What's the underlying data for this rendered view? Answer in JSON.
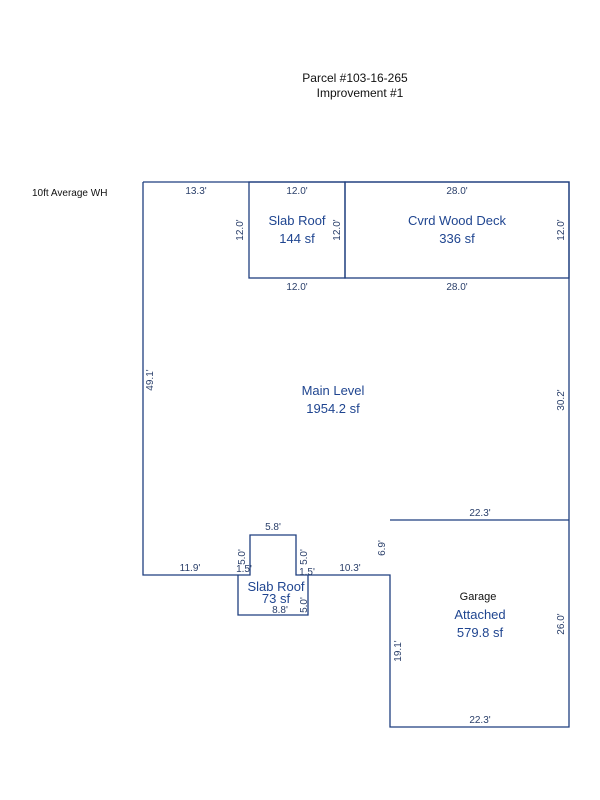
{
  "header": {
    "parcel": "Parcel #103-16-265",
    "improvement": "Improvement #1"
  },
  "note": "10ft Average WH",
  "areas": {
    "slab_roof_top": {
      "name": "Slab Roof",
      "area": "144 sf"
    },
    "deck": {
      "name": "Cvrd Wood Deck",
      "area": "336 sf"
    },
    "main": {
      "name": "Main Level",
      "area": "1954.2 sf"
    },
    "slab_roof_bottom": {
      "name": "Slab Roof",
      "area": "73 sf"
    },
    "garage": {
      "type": "Garage",
      "name": "Attached",
      "area": "579.8 sf"
    }
  },
  "dims": {
    "top_left": "13.3'",
    "slab_top": "12.0'",
    "deck_top": "28.0'",
    "slab_left": "12.0'",
    "slab_right": "12.0'",
    "deck_right": "12.0'",
    "slab_bottom": "12.0'",
    "deck_bottom": "28.0'",
    "main_left": "49.1'",
    "main_right": "30.2'",
    "bump_top": "5.8'",
    "bump_left": "5.0'",
    "bump_right": "5.0'",
    "bottom_left": "11.9'",
    "step_left": "1.5'",
    "step_right": "1.5'",
    "bottom_mid": "10.3'",
    "garage_notch": "6.9'",
    "garage_top": "22.3'",
    "garage_right": "26.0'",
    "garage_left": "19.1'",
    "garage_bottom": "22.3'",
    "slab2_bottom": "8.8'",
    "slab2_right": "5.0'"
  }
}
